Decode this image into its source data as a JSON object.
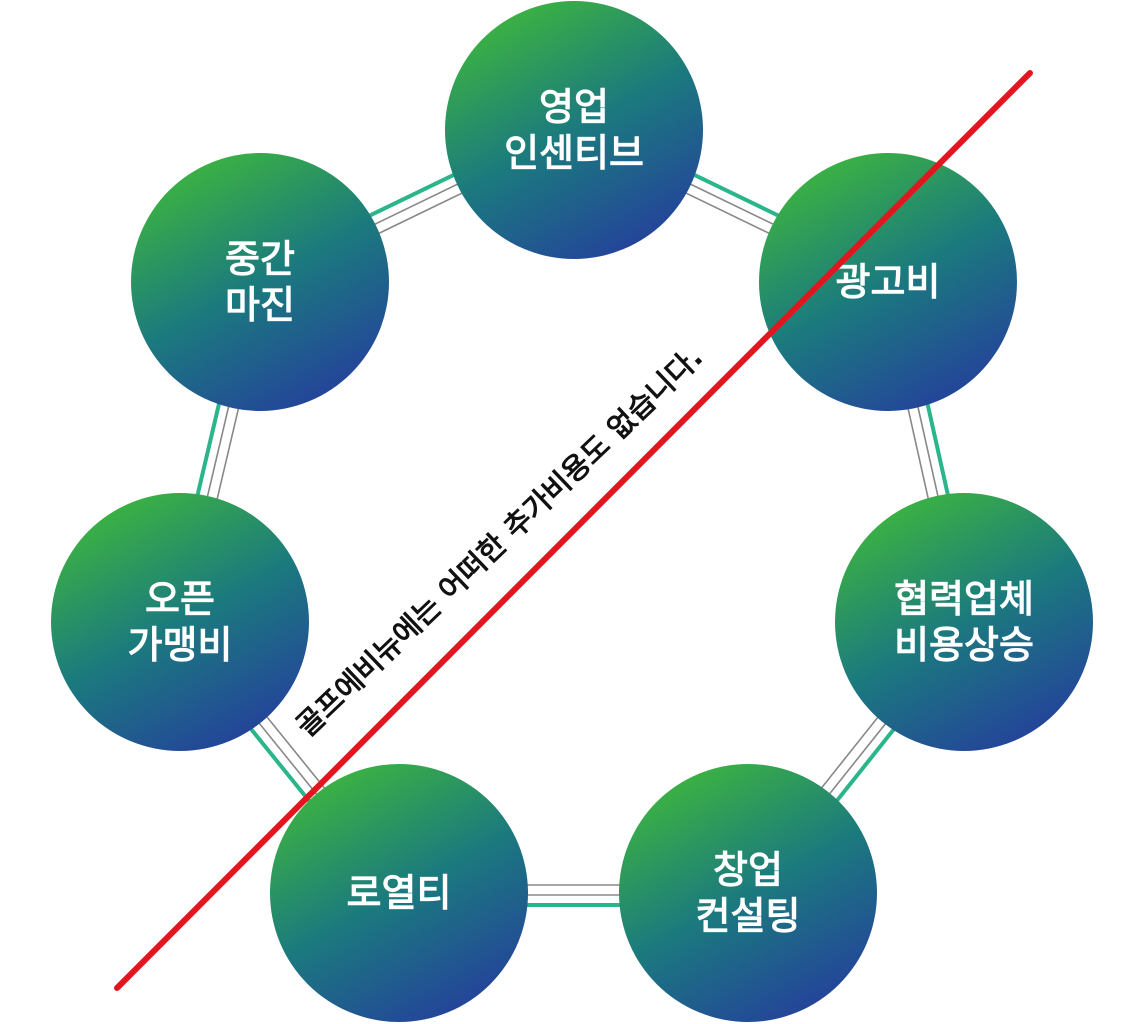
{
  "nodes": [
    {
      "id": "sales-incentive",
      "lines": [
        "영업",
        "인센티브"
      ]
    },
    {
      "id": "advertising",
      "lines": [
        "광고비"
      ]
    },
    {
      "id": "partner-cost",
      "lines": [
        "협력업체",
        "비용상승"
      ]
    },
    {
      "id": "startup-consulting",
      "lines": [
        "창업",
        "컨설팅"
      ]
    },
    {
      "id": "royalty",
      "lines": [
        "로열티"
      ]
    },
    {
      "id": "opening-fee",
      "lines": [
        "오픈",
        "가맹비"
      ]
    },
    {
      "id": "middle-margin",
      "lines": [
        "중간",
        "마진"
      ]
    }
  ],
  "note": {
    "text": "골프에비뉴에는 어떠한 추가비용도 없습니다."
  },
  "colors": {
    "circle_gradient_start": "#3bb143",
    "circle_gradient_mid": "#1b7a7e",
    "circle_gradient_end": "#24449a",
    "connector_green": "#2ab58a",
    "connector_gray": "#888888",
    "strike_line": "#e3161f",
    "label": "#ffffff",
    "note": "#111111"
  }
}
